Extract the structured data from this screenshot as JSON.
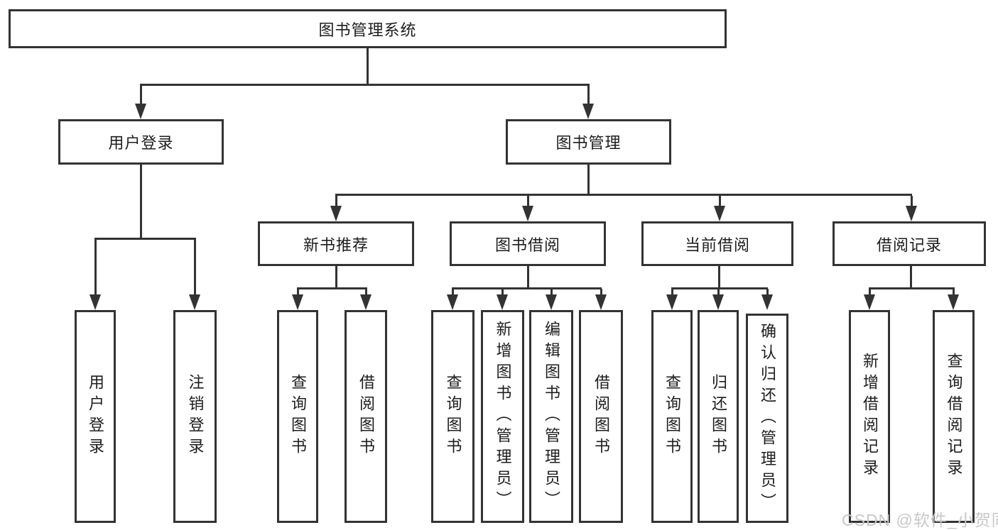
{
  "diagram": {
    "root": {
      "label": "图书管理系统"
    },
    "branches": [
      {
        "label": "用户登录",
        "children": [
          {
            "label": "用户登录"
          },
          {
            "label": "注销登录"
          }
        ]
      },
      {
        "label": "图书管理",
        "children": [
          {
            "label": "新书推荐",
            "children": [
              {
                "label": "查询图书"
              },
              {
                "label": "借阅图书"
              }
            ]
          },
          {
            "label": "图书借阅",
            "children": [
              {
                "label": "查询图书"
              },
              {
                "label": "新增图书（管理员）"
              },
              {
                "label": "编辑图书（管理员）"
              },
              {
                "label": "借阅图书"
              }
            ]
          },
          {
            "label": "当前借阅",
            "children": [
              {
                "label": "查询图书"
              },
              {
                "label": "归还图书"
              },
              {
                "label": "确认归还（管理员）"
              }
            ]
          },
          {
            "label": "借阅记录",
            "children": [
              {
                "label": "新增借阅记录"
              },
              {
                "label": "查询借阅记录"
              }
            ]
          }
        ]
      }
    ]
  },
  "watermark": {
    "text": "CSDN @软件_小贺同学"
  },
  "colors": {
    "line": "#333333",
    "text": "#1d1d1d",
    "background": "#ffffff",
    "watermark": "#c8c8c8"
  }
}
